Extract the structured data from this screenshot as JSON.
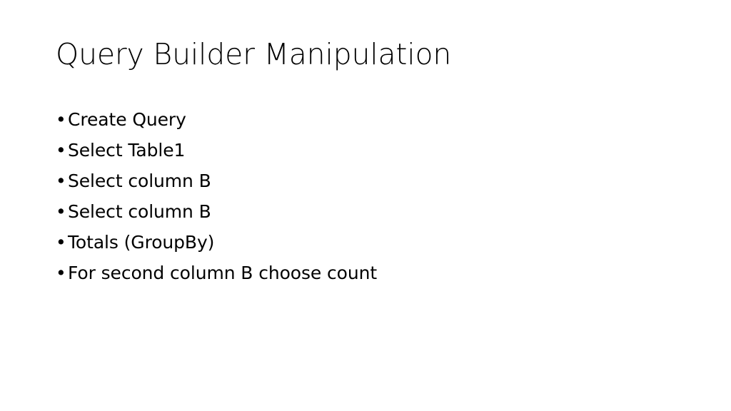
{
  "slide": {
    "title": "Query Builder Manipulation",
    "background_color": "#ffffff",
    "text_color": "#000000",
    "bullet_marker": "•",
    "bullets": [
      {
        "text": "Create Query"
      },
      {
        "text": "Select Table1"
      },
      {
        "text": "Select column B"
      },
      {
        "text": "Select column B"
      },
      {
        "text": "Totals (GroupBy)"
      },
      {
        "text": "For second column B choose count"
      }
    ]
  }
}
